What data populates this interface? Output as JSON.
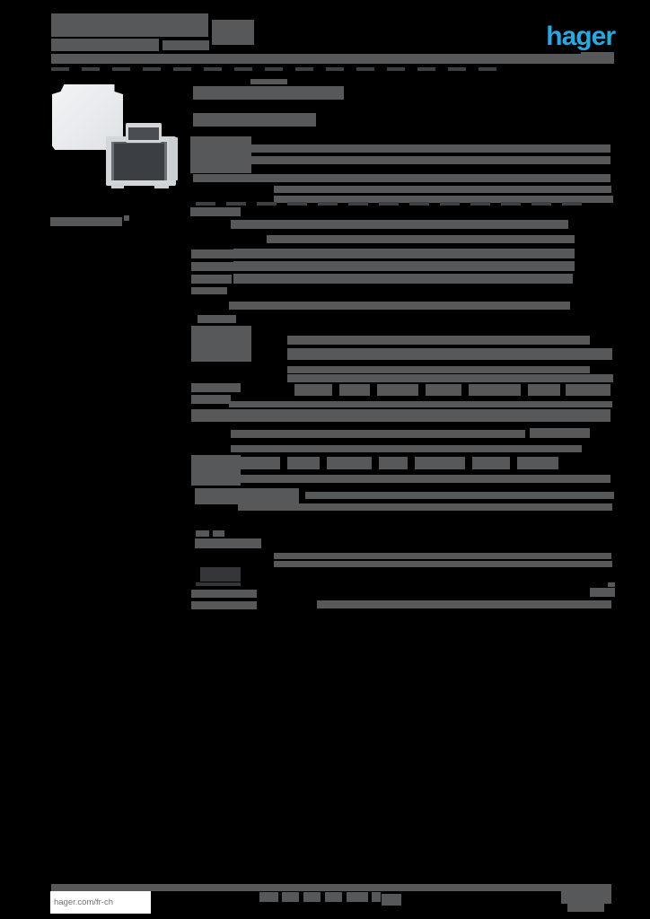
{
  "document": {
    "kind": "product-datasheet",
    "note": "all body text appears as redacted grey bars; only logo and footer link are legible"
  },
  "colors": {
    "bar": "#57585a",
    "faint": "#3f4043",
    "dark": "#35363a",
    "accent": "#29a9e1",
    "panel": "#ffffff",
    "link": "#707174",
    "background": "#000000"
  },
  "header": {
    "logo_text": "hager"
  },
  "footer": {
    "link_text": "hager.com/fr-ch"
  },
  "product_image": {
    "description": "two wall-mount enclosures: light flat cover behind, dark box with transparent cover in front"
  },
  "redacted_bars": [
    [
      57,
      15,
      175,
      26
    ],
    [
      236,
      22,
      47,
      28
    ],
    [
      57,
      43,
      120,
      14
    ],
    [
      181,
      45,
      52,
      11
    ],
    [
      57,
      60,
      627,
      11
    ],
    [
      57,
      75,
      20,
      4,
      "faint"
    ],
    [
      91,
      75,
      20,
      4,
      "faint"
    ],
    [
      125,
      75,
      20,
      4,
      "faint"
    ],
    [
      159,
      75,
      20,
      4,
      "faint"
    ],
    [
      193,
      75,
      20,
      4,
      "faint"
    ],
    [
      227,
      75,
      20,
      4,
      "faint"
    ],
    [
      261,
      75,
      20,
      4,
      "faint"
    ],
    [
      295,
      75,
      20,
      4,
      "faint"
    ],
    [
      329,
      75,
      20,
      4,
      "faint"
    ],
    [
      363,
      75,
      20,
      4,
      "faint"
    ],
    [
      397,
      75,
      20,
      4,
      "faint"
    ],
    [
      431,
      75,
      20,
      4,
      "faint"
    ],
    [
      465,
      75,
      20,
      4,
      "faint"
    ],
    [
      499,
      75,
      20,
      4,
      "faint"
    ],
    [
      533,
      75,
      20,
      4,
      "faint"
    ],
    [
      56,
      242,
      80,
      10
    ],
    [
      138,
      240,
      6,
      6
    ],
    [
      279,
      88,
      41,
      6
    ],
    [
      215,
      96,
      168,
      15
    ],
    [
      215,
      126,
      137,
      15
    ],
    [
      212,
      152,
      68,
      41
    ],
    [
      248,
      161,
      432,
      9
    ],
    [
      215,
      174,
      465,
      9
    ],
    [
      215,
      194,
      465,
      9
    ],
    [
      305,
      207,
      376,
      8
    ],
    [
      305,
      218,
      378,
      8
    ],
    [
      218,
      225,
      22,
      4,
      "faint"
    ],
    [
      252,
      225,
      22,
      4,
      "faint"
    ],
    [
      286,
      225,
      22,
      4,
      "faint"
    ],
    [
      320,
      225,
      22,
      4,
      "faint"
    ],
    [
      354,
      225,
      22,
      4,
      "faint"
    ],
    [
      388,
      225,
      22,
      4,
      "faint"
    ],
    [
      422,
      225,
      22,
      4,
      "faint"
    ],
    [
      456,
      225,
      22,
      4,
      "faint"
    ],
    [
      490,
      225,
      22,
      4,
      "faint"
    ],
    [
      524,
      225,
      22,
      4,
      "faint"
    ],
    [
      558,
      225,
      22,
      4,
      "faint"
    ],
    [
      592,
      225,
      22,
      4,
      "faint"
    ],
    [
      626,
      225,
      22,
      4,
      "faint"
    ],
    [
      212,
      231,
      56,
      10
    ],
    [
      257,
      245,
      376,
      10
    ],
    [
      297,
      262,
      343,
      9
    ],
    [
      213,
      278,
      55,
      10
    ],
    [
      260,
      277,
      380,
      11
    ],
    [
      213,
      292,
      50,
      10
    ],
    [
      260,
      291,
      380,
      11
    ],
    [
      213,
      306,
      45,
      10
    ],
    [
      260,
      305,
      378,
      11
    ],
    [
      213,
      320,
      40,
      8
    ],
    [
      255,
      336,
      380,
      9
    ],
    [
      220,
      351,
      43,
      9
    ],
    [
      213,
      363,
      67,
      40
    ],
    [
      320,
      374,
      337,
      10
    ],
    [
      320,
      388,
      362,
      13
    ],
    [
      320,
      408,
      337,
      8
    ],
    [
      320,
      417,
      363,
      9
    ],
    [
      213,
      427,
      55,
      10
    ],
    [
      213,
      440,
      44,
      10
    ],
    [
      328,
      428,
      42,
      13
    ],
    [
      378,
      428,
      34,
      13
    ],
    [
      420,
      428,
      46,
      13
    ],
    [
      474,
      428,
      40,
      13
    ],
    [
      522,
      428,
      58,
      13
    ],
    [
      588,
      428,
      36,
      13
    ],
    [
      630,
      428,
      50,
      13
    ],
    [
      255,
      447,
      427,
      7
    ],
    [
      213,
      456,
      467,
      14
    ],
    [
      257,
      479,
      328,
      9
    ],
    [
      590,
      477,
      67,
      11
    ],
    [
      257,
      496,
      391,
      8
    ],
    [
      213,
      507,
      55,
      34
    ],
    [
      228,
      509,
      32,
      14
    ],
    [
      268,
      509,
      44,
      14
    ],
    [
      320,
      509,
      36,
      14
    ],
    [
      364,
      509,
      50,
      14
    ],
    [
      422,
      509,
      32,
      14
    ],
    [
      462,
      509,
      56,
      14
    ],
    [
      526,
      509,
      42,
      14
    ],
    [
      576,
      509,
      46,
      14
    ],
    [
      265,
      529,
      415,
      9
    ],
    [
      217,
      544,
      116,
      18
    ],
    [
      340,
      548,
      344,
      8
    ],
    [
      265,
      561,
      417,
      8
    ],
    [
      218,
      591,
      15,
      7
    ],
    [
      237,
      591,
      13,
      7
    ],
    [
      217,
      600,
      74,
      11
    ],
    [
      305,
      616,
      376,
      7
    ],
    [
      305,
      625,
      377,
      7
    ],
    [
      223,
      632,
      45,
      16,
      "dark"
    ],
    [
      218,
      649,
      50,
      4,
      "dark"
    ],
    [
      213,
      657,
      73,
      9
    ],
    [
      657,
      655,
      28,
      10
    ],
    [
      677,
      649,
      8,
      5
    ],
    [
      213,
      670,
      73,
      9
    ],
    [
      353,
      669,
      328,
      9
    ],
    [
      57,
      985,
      624,
      8
    ],
    [
      289,
      994,
      21,
      11
    ],
    [
      314,
      994,
      19,
      11
    ],
    [
      338,
      994,
      19,
      11
    ],
    [
      362,
      994,
      19,
      11
    ],
    [
      386,
      994,
      24,
      11
    ],
    [
      414,
      994,
      10,
      11
    ],
    [
      425,
      996,
      22,
      13
    ],
    [
      625,
      985,
      56,
      22
    ],
    [
      632,
      1007,
      41,
      9
    ]
  ]
}
